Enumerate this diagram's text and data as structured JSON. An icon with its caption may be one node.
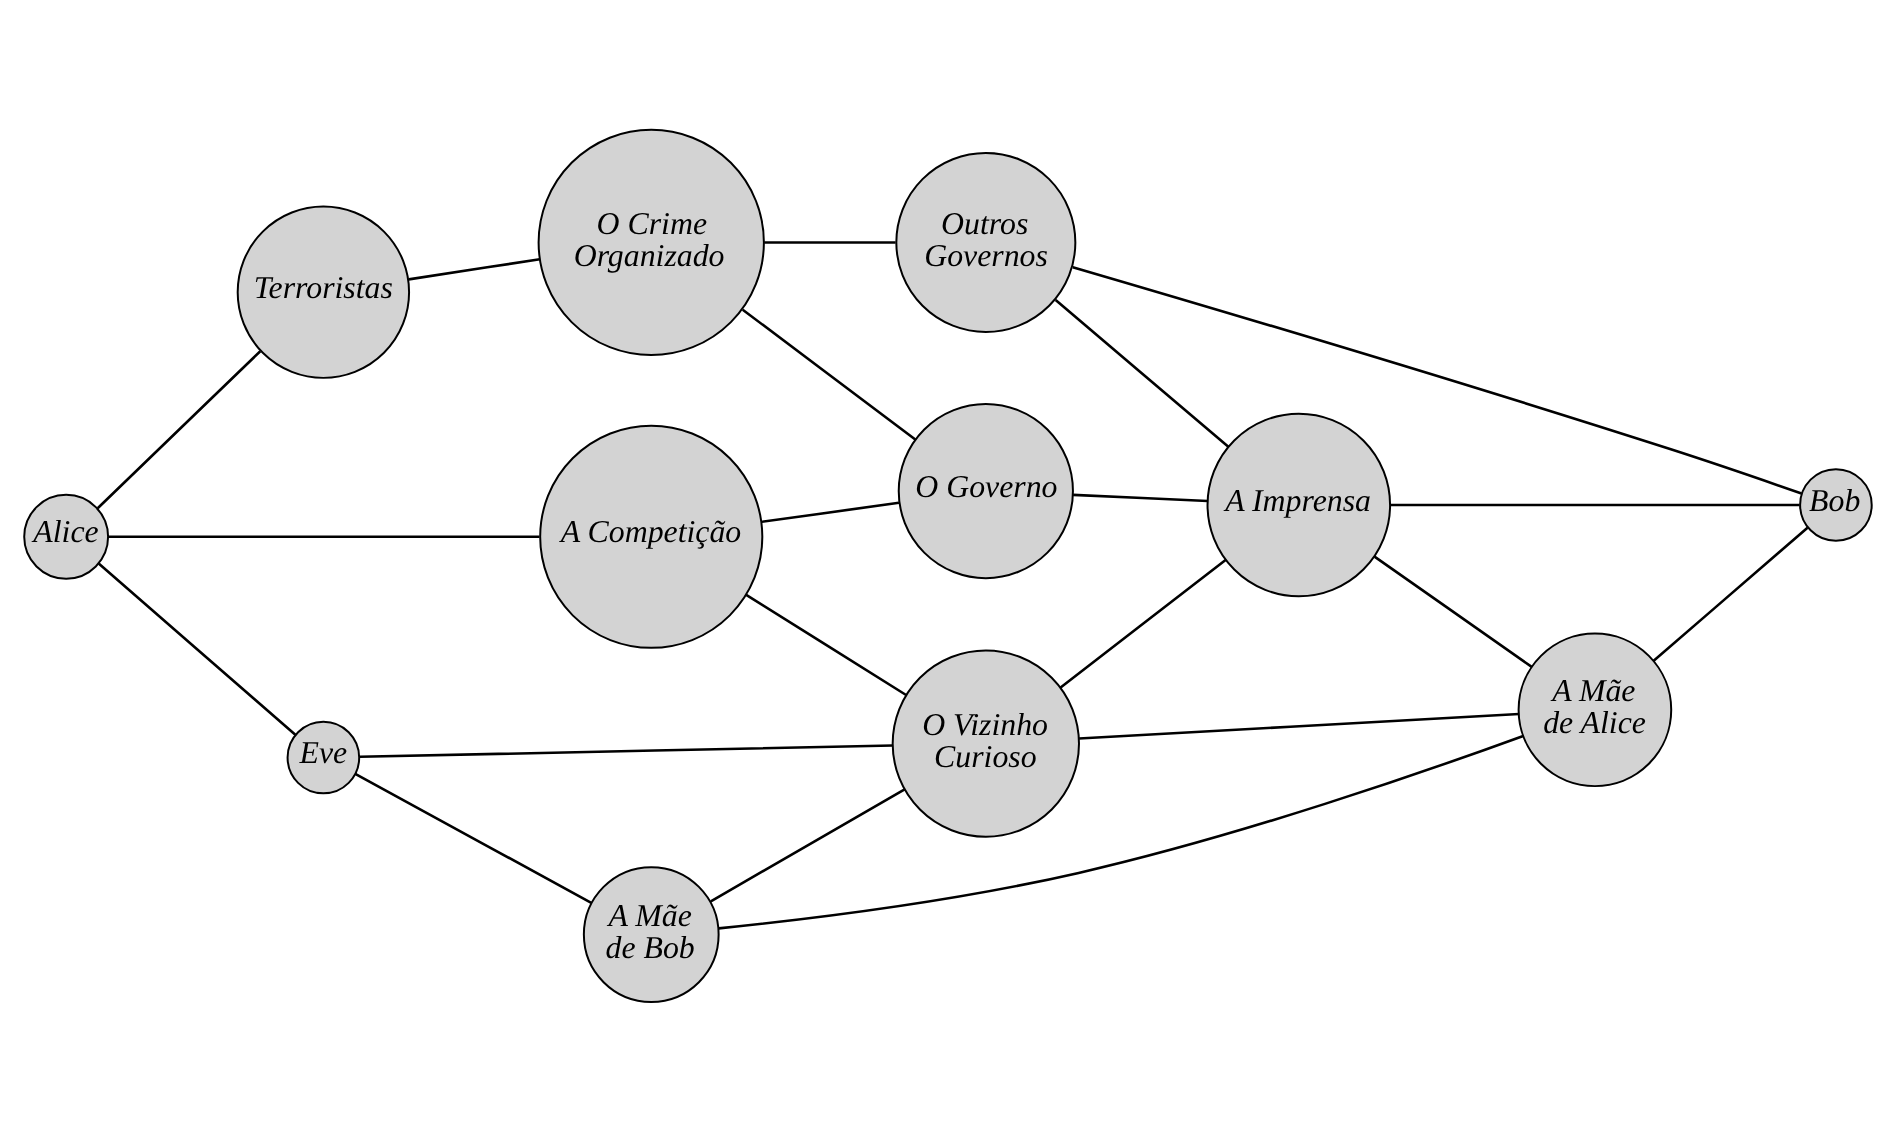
{
  "diagram": {
    "nodes": [
      {
        "text": [
          "Alice"
        ]
      },
      {
        "text": [
          "Terroristas"
        ]
      },
      {
        "text": [
          "O Crime Organizado"
        ]
      },
      {
        "text": [
          "Outros Governos"
        ]
      },
      {
        "text": [
          "Bob"
        ]
      },
      {
        "text": [
          "A Competição"
        ]
      },
      {
        "text": [
          "O Governo"
        ]
      },
      {
        "text": [
          "A Imprensa"
        ]
      },
      {
        "text": [
          "O Vizinho Curioso"
        ]
      },
      {
        "text": [
          "Eve"
        ]
      },
      {
        "text": [
          "A Mãe de Bob"
        ]
      },
      {
        "text": [
          "A Mãe de Alice"
        ]
      }
    ],
    "edges": [
      {
        "from": 0,
        "to": 1,
        "arrow": "none"
      },
      {
        "from": 1,
        "to": 2,
        "arrow": "none"
      },
      {
        "from": 2,
        "to": 3,
        "arrow": "none"
      },
      {
        "from": 3,
        "to": 4,
        "arrow": "none"
      },
      {
        "from": 2,
        "to": 6,
        "arrow": "none"
      },
      {
        "from": 0,
        "to": 5,
        "arrow": "none"
      },
      {
        "from": 0,
        "to": 9,
        "arrow": "none"
      },
      {
        "from": 5,
        "to": 6,
        "arrow": "none"
      },
      {
        "from": 5,
        "to": 8,
        "arrow": "none"
      },
      {
        "from": 6,
        "to": 7,
        "arrow": "none"
      },
      {
        "from": 3,
        "to": 7,
        "arrow": "none"
      },
      {
        "from": 7,
        "to": 4,
        "arrow": "none"
      },
      {
        "from": 8,
        "to": 7,
        "arrow": "none"
      },
      {
        "from": 9,
        "to": 8,
        "arrow": "none"
      },
      {
        "from": 9,
        "to": 10,
        "arrow": "none"
      },
      {
        "from": 10,
        "to": 8,
        "arrow": "none"
      },
      {
        "from": 10,
        "to": 11,
        "arrow": "none"
      },
      {
        "from": 8,
        "to": 11,
        "arrow": "none"
      },
      {
        "from": 7,
        "to": 11,
        "arrow": "none"
      },
      {
        "from": 11,
        "to": 4,
        "arrow": "none"
      }
    ]
  }
}
